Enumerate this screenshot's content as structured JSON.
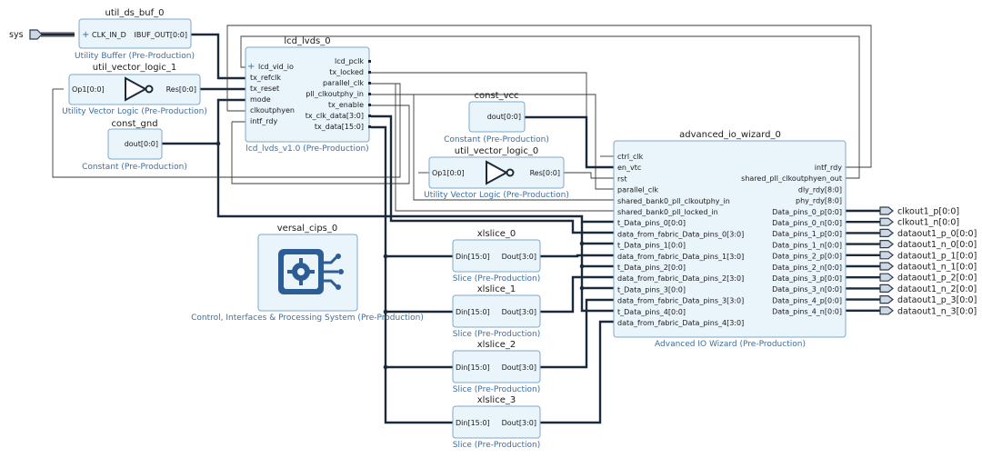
{
  "ports": {
    "sys": "sys",
    "outputs": [
      "clkout1_p[0:0]",
      "clkout1_n[0:0]",
      "dataout1_p_0[0:0]",
      "dataout1_n_0[0:0]",
      "dataout1_p_1[0:0]",
      "dataout1_n_1[0:0]",
      "dataout1_p_2[0:0]",
      "dataout1_n_2[0:0]",
      "dataout1_p_3[0:0]",
      "dataout1_n_3[0:0]"
    ]
  },
  "util_ds_buf": {
    "name": "util_ds_buf_0",
    "pins": [
      "CLK_IN_D",
      "IBUF_OUT[0:0]"
    ],
    "subtitle": "Utility Buffer (Pre-Production)"
  },
  "util_vector_logic_1": {
    "name": "util_vector_logic_1",
    "pins": [
      "Op1[0:0]",
      "Res[0:0]"
    ],
    "subtitle": "Utility Vector Logic (Pre-Production)"
  },
  "const_gnd": {
    "name": "const_gnd",
    "pins": [
      "dout[0:0]"
    ],
    "subtitle": "Constant (Pre-Production)"
  },
  "lcd_lvds": {
    "name": "lcd_lvds_0",
    "left_pins": [
      "lcd_vid_io",
      "tx_refclk",
      "tx_reset",
      "mode",
      "clkoutphyen",
      "intf_rdy"
    ],
    "right_pins": [
      "lcd_pclk",
      "tx_locked",
      "parallel_clk",
      "pll_clkoutphy_in",
      "tx_enable",
      "tx_clk_data[3:0]",
      "tx_data[15:0]"
    ],
    "subtitle": "lcd_lvds_v1.0 (Pre-Production)"
  },
  "const_vcc": {
    "name": "const_vcc",
    "pins": [
      "dout[0:0]"
    ],
    "subtitle": "Constant (Pre-Production)"
  },
  "util_vector_logic_0": {
    "name": "util_vector_logic_0",
    "pins": [
      "Op1[0:0]",
      "Res[0:0]"
    ],
    "subtitle": "Utility Vector Logic (Pre-Production)"
  },
  "versal_cips": {
    "name": "versal_cips_0",
    "subtitle": "Control, Interfaces & Processing System (Pre-Production)"
  },
  "xlslices": [
    {
      "name": "xlslice_0",
      "pins": [
        "Din[15:0]",
        "Dout[3:0]"
      ],
      "subtitle": "Slice (Pre-Production)"
    },
    {
      "name": "xlslice_1",
      "pins": [
        "Din[15:0]",
        "Dout[3:0]"
      ],
      "subtitle": "Slice (Pre-Production)"
    },
    {
      "name": "xlslice_2",
      "pins": [
        "Din[15:0]",
        "Dout[3:0]"
      ],
      "subtitle": "Slice (Pre-Production)"
    },
    {
      "name": "xlslice_3",
      "pins": [
        "Din[15:0]",
        "Dout[3:0]"
      ],
      "subtitle": "Slice (Pre-Production)"
    }
  ],
  "advanced_io": {
    "name": "advanced_io_wizard_0",
    "left_pins": [
      "ctrl_clk",
      "en_vtc",
      "rst",
      "parallel_clk",
      "shared_bank0_pll_clkoutphy_in",
      "shared_bank0_pll_locked_in",
      "t_Data_pins_0[0:0]",
      "data_from_fabric_Data_pins_0[3:0]",
      "t_Data_pins_1[0:0]",
      "data_from_fabric_Data_pins_1[3:0]",
      "t_Data_pins_2[0:0]",
      "data_from_fabric_Data_pins_2[3:0]",
      "t_Data_pins_3[0:0]",
      "data_from_fabric_Data_pins_3[3:0]",
      "t_Data_pins_4[0:0]",
      "data_from_fabric_Data_pins_4[3:0]"
    ],
    "right_pins": [
      "intf_rdy",
      "shared_pll_clkoutphyen_out",
      "dly_rdy[8:0]",
      "phy_rdy[8:0]",
      "Data_pins_0_p[0:0]",
      "Data_pins_0_n[0:0]",
      "Data_pins_1_p[0:0]",
      "Data_pins_1_n[0:0]",
      "Data_pins_2_p[0:0]",
      "Data_pins_2_n[0:0]",
      "Data_pins_3_p[0:0]",
      "Data_pins_3_n[0:0]",
      "Data_pins_4_p[0:0]",
      "Data_pins_4_n[0:0]"
    ],
    "subtitle": "Advanced IO Wizard (Pre-Production)"
  },
  "colors": {
    "block_fill": "#eaf4fb",
    "block_stroke": "#7fa7c9",
    "subtitle": "#3d6e9e",
    "wire": "#1b2a3a"
  }
}
